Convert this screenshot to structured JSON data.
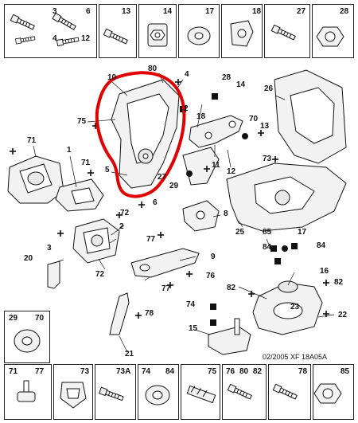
{
  "top_row": [
    {
      "nums": [
        "3",
        "6",
        "4",
        "12"
      ]
    },
    {
      "nums": [
        "13"
      ]
    },
    {
      "nums": [
        "14"
      ]
    },
    {
      "nums": [
        "17"
      ]
    },
    {
      "nums": [
        "18"
      ]
    },
    {
      "nums": [
        "27"
      ]
    },
    {
      "nums": [
        "28"
      ]
    }
  ],
  "callouts": [
    "80",
    "4",
    "10",
    "2",
    "28",
    "14",
    "26",
    "75",
    "18",
    "70",
    "13",
    "1",
    "71",
    "71",
    "5",
    "27",
    "29",
    "11",
    "12",
    "73",
    "6",
    "72",
    "2",
    "3",
    "77",
    "8",
    "25",
    "85",
    "17",
    "84",
    "84",
    "20",
    "72",
    "9",
    "77",
    "76",
    "16",
    "82",
    "82",
    "74",
    "23",
    "22",
    "15",
    "21",
    "78"
  ],
  "middle_box": {
    "nums": [
      "29",
      "70"
    ]
  },
  "bottom_row": [
    {
      "nums": [
        "71",
        "77"
      ]
    },
    {
      "nums": [
        "73"
      ]
    },
    {
      "nums": [
        "73A"
      ]
    },
    {
      "nums": [
        "74",
        "84"
      ]
    },
    {
      "nums": [
        "75"
      ]
    },
    {
      "nums": [
        "76",
        "80",
        "82"
      ]
    },
    {
      "nums": [
        "78"
      ]
    },
    {
      "nums": [
        "85"
      ]
    }
  ],
  "caption": "02/2005  XF 18A05A",
  "colors": {
    "highlight": "#e00000",
    "line": "#111111",
    "part_fill": "#f2f2f2"
  }
}
